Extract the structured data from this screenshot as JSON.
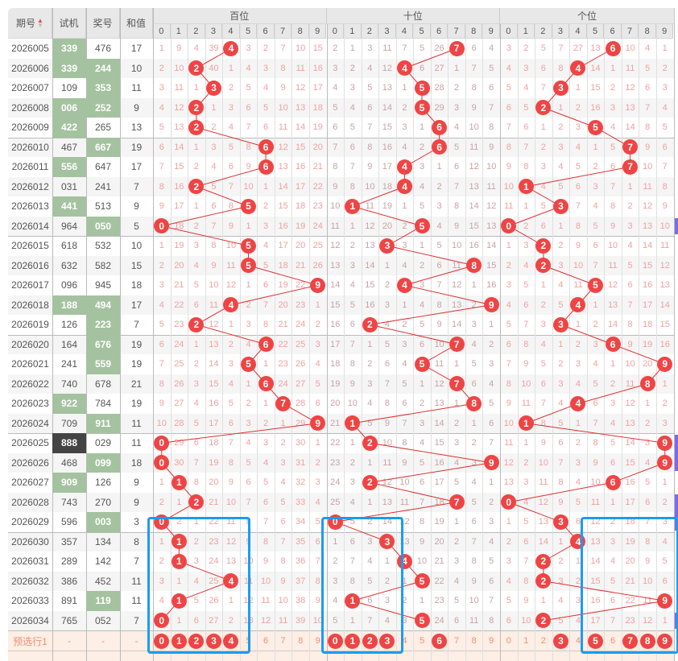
{
  "header": {
    "period": "期号",
    "trial": "试机",
    "prize": "奖号",
    "sum": "和值",
    "groups": [
      "百位",
      "十位",
      "个位"
    ],
    "digits": [
      "0",
      "1",
      "2",
      "3",
      "4",
      "5",
      "6",
      "7",
      "8",
      "9"
    ]
  },
  "rows": [
    {
      "period": "2026005",
      "trial": "339",
      "prize": "476",
      "sum": "17",
      "trial_hl": "green",
      "prize_hl": ""
    },
    {
      "period": "2026006",
      "trial": "339",
      "prize": "244",
      "sum": "10",
      "trial_hl": "green",
      "prize_hl": "green"
    },
    {
      "period": "2026007",
      "trial": "109",
      "prize": "353",
      "sum": "11",
      "trial_hl": "",
      "prize_hl": "green"
    },
    {
      "period": "2026008",
      "trial": "006",
      "prize": "252",
      "sum": "9",
      "trial_hl": "green",
      "prize_hl": "green"
    },
    {
      "period": "2026009",
      "trial": "422",
      "prize": "265",
      "sum": "13",
      "trial_hl": "green",
      "prize_hl": ""
    },
    {
      "period": "2026010",
      "trial": "467",
      "prize": "667",
      "sum": "19",
      "trial_hl": "",
      "prize_hl": "green"
    },
    {
      "period": "2026011",
      "trial": "556",
      "prize": "647",
      "sum": "17",
      "trial_hl": "green",
      "prize_hl": ""
    },
    {
      "period": "2026012",
      "trial": "031",
      "prize": "241",
      "sum": "7",
      "trial_hl": "",
      "prize_hl": ""
    },
    {
      "period": "2026013",
      "trial": "441",
      "prize": "513",
      "sum": "9",
      "trial_hl": "green",
      "prize_hl": ""
    },
    {
      "period": "2026014",
      "trial": "964",
      "prize": "050",
      "sum": "5",
      "trial_hl": "",
      "prize_hl": "green"
    },
    {
      "period": "2026015",
      "trial": "618",
      "prize": "532",
      "sum": "10",
      "trial_hl": "",
      "prize_hl": ""
    },
    {
      "period": "2026016",
      "trial": "632",
      "prize": "582",
      "sum": "15",
      "trial_hl": "",
      "prize_hl": ""
    },
    {
      "period": "2026017",
      "trial": "096",
      "prize": "945",
      "sum": "18",
      "trial_hl": "",
      "prize_hl": ""
    },
    {
      "period": "2026018",
      "trial": "188",
      "prize": "494",
      "sum": "17",
      "trial_hl": "green",
      "prize_hl": "green"
    },
    {
      "period": "2026019",
      "trial": "126",
      "prize": "223",
      "sum": "7",
      "trial_hl": "",
      "prize_hl": "green"
    },
    {
      "period": "2026020",
      "trial": "164",
      "prize": "676",
      "sum": "19",
      "trial_hl": "",
      "prize_hl": "green"
    },
    {
      "period": "2026021",
      "trial": "241",
      "prize": "559",
      "sum": "19",
      "trial_hl": "",
      "prize_hl": "green"
    },
    {
      "period": "2026022",
      "trial": "740",
      "prize": "678",
      "sum": "21",
      "trial_hl": "",
      "prize_hl": ""
    },
    {
      "period": "2026023",
      "trial": "922",
      "prize": "784",
      "sum": "19",
      "trial_hl": "green",
      "prize_hl": ""
    },
    {
      "period": "2026024",
      "trial": "709",
      "prize": "911",
      "sum": "11",
      "trial_hl": "",
      "prize_hl": "green"
    },
    {
      "period": "2026025",
      "trial": "888",
      "prize": "029",
      "sum": "11",
      "trial_hl": "dark",
      "prize_hl": ""
    },
    {
      "period": "2026026",
      "trial": "468",
      "prize": "099",
      "sum": "18",
      "trial_hl": "",
      "prize_hl": "green"
    },
    {
      "period": "2026027",
      "trial": "909",
      "prize": "126",
      "sum": "9",
      "trial_hl": "green",
      "prize_hl": ""
    },
    {
      "period": "2026028",
      "trial": "743",
      "prize": "270",
      "sum": "9",
      "trial_hl": "",
      "prize_hl": ""
    },
    {
      "period": "2026029",
      "trial": "596",
      "prize": "003",
      "sum": "3",
      "trial_hl": "",
      "prize_hl": "green"
    },
    {
      "period": "2026030",
      "trial": "357",
      "prize": "134",
      "sum": "8",
      "trial_hl": "",
      "prize_hl": ""
    },
    {
      "period": "2026031",
      "trial": "289",
      "prize": "142",
      "sum": "7",
      "trial_hl": "",
      "prize_hl": ""
    },
    {
      "period": "2026032",
      "trial": "386",
      "prize": "452",
      "sum": "11",
      "trial_hl": "",
      "prize_hl": ""
    },
    {
      "period": "2026033",
      "trial": "891",
      "prize": "119",
      "sum": "11",
      "trial_hl": "",
      "prize_hl": "green"
    },
    {
      "period": "2026034",
      "trial": "765",
      "prize": "052",
      "sum": "7",
      "trial_hl": "",
      "prize_hl": ""
    }
  ],
  "initial_omission": {
    "hundreds": [
      1,
      9,
      4,
      39,
      0,
      3,
      2,
      7,
      10,
      15
    ],
    "tens": [
      2,
      1,
      3,
      11,
      7,
      5,
      26,
      0,
      6,
      4
    ],
    "units": [
      3,
      2,
      5,
      7,
      27,
      13,
      0,
      10,
      4,
      1
    ]
  },
  "preselect": {
    "label": "预选行1",
    "trial": "-",
    "prize": "-",
    "sum": "-",
    "selected": [
      [
        0,
        1,
        2,
        3,
        4
      ],
      [
        0,
        1,
        2,
        3,
        6
      ],
      [
        3,
        5,
        7,
        8,
        9
      ]
    ]
  },
  "colors": {
    "ball": "#f04444",
    "green": "#a5c2a0",
    "dark": "#444444",
    "highlight_box": "#1a9cf0",
    "line": "#e03030"
  }
}
